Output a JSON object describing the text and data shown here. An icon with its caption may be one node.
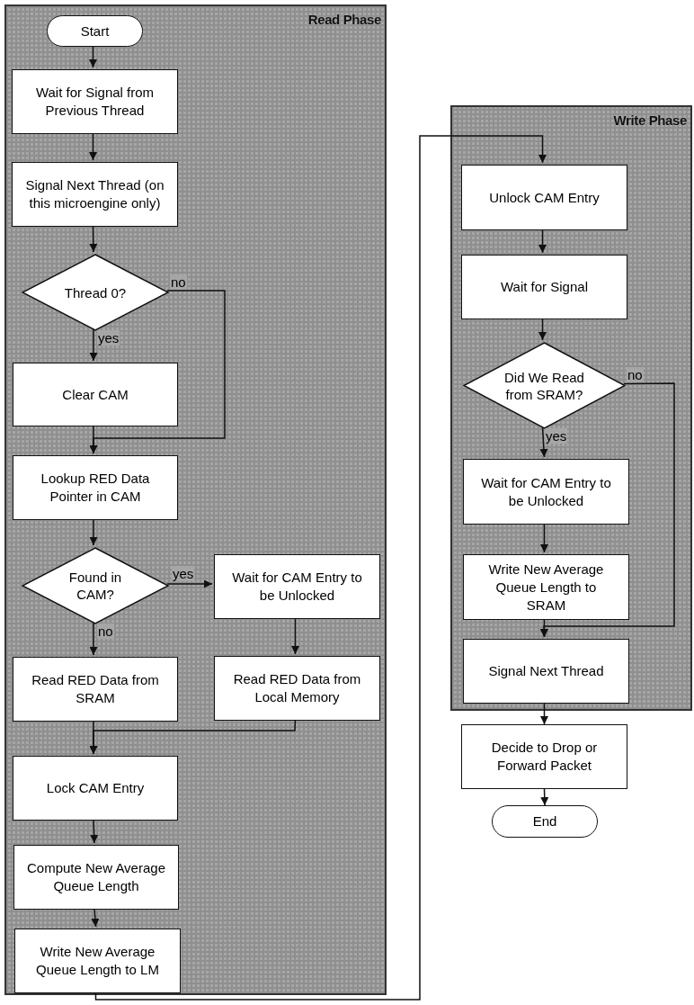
{
  "diagram": {
    "nodes": [
      {
        "text": [
          "Read Phase"
        ]
      },
      {
        "text": [
          "Start"
        ],
        "in": 0
      },
      {
        "text": [
          "Wait for Signal from Previous Thread"
        ],
        "in": 0
      },
      {
        "text": [
          "Signal Next Thread (on this microengine only)"
        ],
        "in": 0
      },
      {
        "text": [
          "Thread 0?"
        ],
        "in": 0
      },
      {
        "text": [
          "Clear CAM"
        ],
        "in": 0
      },
      {
        "text": [
          "Lookup RED Data Pointer in CAM"
        ],
        "in": 0
      },
      {
        "text": [
          "Found in CAM?"
        ],
        "in": 0
      },
      {
        "text": [
          "Wait for CAM Entry to be Unlocked"
        ],
        "in": 0
      },
      {
        "text": [
          "Read RED Data from SRAM"
        ],
        "in": 0
      },
      {
        "text": [
          "Read RED Data from Local Memory"
        ],
        "in": 0
      },
      {
        "text": [
          "Lock CAM Entry"
        ],
        "in": 0
      },
      {
        "text": [
          "Compute New Average Queue Length"
        ],
        "in": 0
      },
      {
        "text": [
          "Write New Average Queue Length to LM"
        ],
        "in": 0
      },
      {
        "text": [
          "Write Phase"
        ]
      },
      {
        "text": [
          "Unlock CAM Entry"
        ],
        "in": 14
      },
      {
        "text": [
          "Wait for Signal"
        ],
        "in": 14
      },
      {
        "text": [
          "Did We Read from SRAM?"
        ],
        "in": 14
      },
      {
        "text": [
          "Wait for CAM Entry to be Unlocked"
        ],
        "in": 14
      },
      {
        "text": [
          "Write New Average Queue Length to SRAM"
        ],
        "in": 14
      },
      {
        "text": [
          "Signal Next Thread"
        ],
        "in": 14
      },
      {
        "text": [
          "Decide to Drop or Forward Packet"
        ]
      },
      {
        "text": [
          "End"
        ]
      }
    ],
    "edges": [
      {
        "from": 1,
        "to": 2,
        "arrow": "to"
      },
      {
        "from": 2,
        "to": 3,
        "arrow": "to"
      },
      {
        "from": 3,
        "to": 4,
        "arrow": "to"
      },
      {
        "from": 4,
        "to": 5,
        "arrow": "to",
        "label": "yes"
      },
      {
        "from": 4,
        "to": 6,
        "arrow": "to",
        "label": "no"
      },
      {
        "from": 5,
        "to": 6,
        "arrow": "to"
      },
      {
        "from": 6,
        "to": 7,
        "arrow": "to"
      },
      {
        "from": 7,
        "to": 8,
        "arrow": "to",
        "label": "yes"
      },
      {
        "from": 7,
        "to": 9,
        "arrow": "to",
        "label": "no"
      },
      {
        "from": 8,
        "to": 10,
        "arrow": "to"
      },
      {
        "from": 9,
        "to": 11,
        "arrow": "to"
      },
      {
        "from": 10,
        "to": 11,
        "arrow": "to"
      },
      {
        "from": 11,
        "to": 12,
        "arrow": "to"
      },
      {
        "from": 12,
        "to": 13,
        "arrow": "to"
      },
      {
        "from": 13,
        "to": 15,
        "arrow": "to"
      },
      {
        "from": 15,
        "to": 16,
        "arrow": "to"
      },
      {
        "from": 16,
        "to": 17,
        "arrow": "to"
      },
      {
        "from": 17,
        "to": 18,
        "arrow": "to",
        "label": "yes"
      },
      {
        "from": 17,
        "to": 20,
        "arrow": "to",
        "label": "no"
      },
      {
        "from": 18,
        "to": 19,
        "arrow": "to"
      },
      {
        "from": 19,
        "to": 20,
        "arrow": "to"
      },
      {
        "from": 20,
        "to": 21,
        "arrow": "to"
      },
      {
        "from": 21,
        "to": 22,
        "arrow": "to"
      }
    ]
  }
}
